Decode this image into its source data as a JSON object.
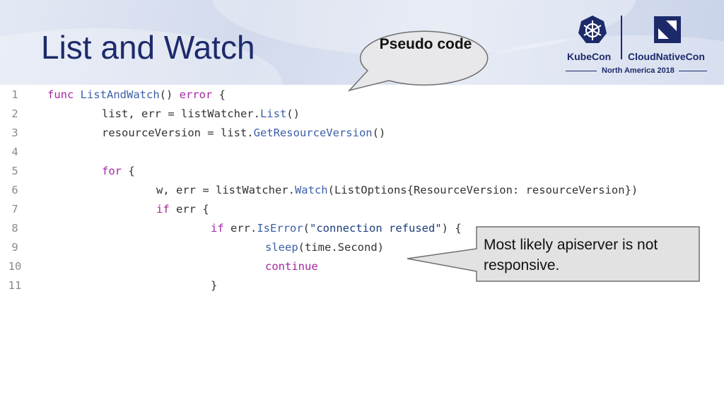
{
  "slide": {
    "title": "List and Watch",
    "bubble": "Pseudo code",
    "callout": "Most likely apiserver is not responsive."
  },
  "logo": {
    "kubecon": "KubeCon",
    "cloudnativecon": "CloudNativeCon",
    "event": "North America 2018"
  },
  "code": {
    "lines": [
      {
        "num": "1",
        "indent": 0,
        "tokens": [
          {
            "t": "kw",
            "v": "func "
          },
          {
            "t": "fn",
            "v": "ListAndWatch"
          },
          {
            "t": "p",
            "v": "() "
          },
          {
            "t": "kw",
            "v": "error"
          },
          {
            "t": "p",
            "v": " {"
          }
        ]
      },
      {
        "num": "2",
        "indent": 1,
        "tokens": [
          {
            "t": "p",
            "v": "list, err = listWatcher."
          },
          {
            "t": "fn",
            "v": "List"
          },
          {
            "t": "p",
            "v": "()"
          }
        ]
      },
      {
        "num": "3",
        "indent": 1,
        "tokens": [
          {
            "t": "p",
            "v": "resourceVersion = list."
          },
          {
            "t": "fn",
            "v": "GetResourceVersion"
          },
          {
            "t": "p",
            "v": "()"
          }
        ]
      },
      {
        "num": "4",
        "indent": 0,
        "tokens": []
      },
      {
        "num": "5",
        "indent": 1,
        "tokens": [
          {
            "t": "kw",
            "v": "for"
          },
          {
            "t": "p",
            "v": " {"
          }
        ]
      },
      {
        "num": "6",
        "indent": 2,
        "tokens": [
          {
            "t": "p",
            "v": "w, err = listWatcher."
          },
          {
            "t": "fn",
            "v": "Watch"
          },
          {
            "t": "p",
            "v": "(ListOptions{ResourceVersion: resourceVersion})"
          }
        ]
      },
      {
        "num": "7",
        "indent": 2,
        "tokens": [
          {
            "t": "kw",
            "v": "if"
          },
          {
            "t": "p",
            "v": " err {"
          }
        ]
      },
      {
        "num": "8",
        "indent": 3,
        "tokens": [
          {
            "t": "kw",
            "v": "if"
          },
          {
            "t": "p",
            "v": " err."
          },
          {
            "t": "fn",
            "v": "IsError"
          },
          {
            "t": "p",
            "v": "("
          },
          {
            "t": "str",
            "v": "\"connection refused\""
          },
          {
            "t": "p",
            "v": ") {"
          }
        ]
      },
      {
        "num": "9",
        "indent": 4,
        "tokens": [
          {
            "t": "fn",
            "v": "sleep"
          },
          {
            "t": "p",
            "v": "(time.Second)"
          }
        ]
      },
      {
        "num": "10",
        "indent": 4,
        "tokens": [
          {
            "t": "kw",
            "v": "continue"
          }
        ]
      },
      {
        "num": "11",
        "indent": 3,
        "tokens": [
          {
            "t": "p",
            "v": "}"
          }
        ]
      }
    ]
  },
  "colors": {
    "title": "#1d2a6a",
    "keyword": "#a626a4",
    "function": "#3c5fa8",
    "callout_fill": "#e2e2e2",
    "bubble_fill": "#e8e8ea"
  }
}
